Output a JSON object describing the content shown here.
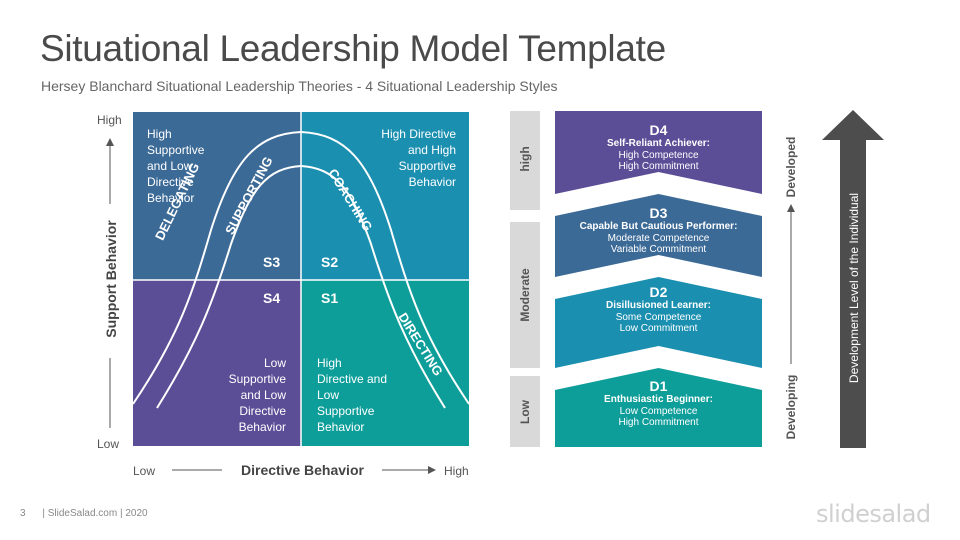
{
  "header": {
    "title": "Situational Leadership Model Template",
    "subtitle": "Hersey Blanchard Situational Leadership Theories - 4 Situational Leadership Styles"
  },
  "matrix": {
    "y_axis": {
      "high": "High",
      "low": "Low",
      "label": "Support Behavior"
    },
    "x_axis": {
      "low": "Low",
      "high": "High",
      "label": "Directive Behavior"
    },
    "quadrants": {
      "top_left": [
        "High",
        "Supportive",
        "and Low",
        "Directive",
        "Behavior"
      ],
      "top_right": [
        "High Directive",
        "and High",
        "Supportive",
        "Behavior"
      ],
      "bottom_left": [
        "Low",
        "Supportive",
        "and Low",
        "Directive",
        "Behavior"
      ],
      "bottom_right": [
        "High",
        "Directive and",
        "Low",
        "Supportive",
        "Behavior"
      ]
    },
    "styles": {
      "s1": "S1",
      "s2": "S2",
      "s3": "S3",
      "s4": "S4"
    },
    "curve_labels": {
      "supporting": "SUPPORTING",
      "coaching": "COACHING",
      "delegating": "DELEGATING",
      "directing": "DIRECTING"
    },
    "colors": {
      "top_left": "#3c6a96",
      "top_right": "#1b8fb0",
      "bottom_left": "#5b4e96",
      "bottom_right": "#0e9e9a"
    }
  },
  "development": {
    "side_levels": {
      "high": "high",
      "moderate": "Moderate",
      "low": "Low"
    },
    "stages": [
      {
        "code": "D4",
        "name": "Self-Reliant Achiever:",
        "line1": "High Competence",
        "line2": "High Commitment",
        "color": "#5b4e96"
      },
      {
        "code": "D3",
        "name": "Capable But Cautious Performer:",
        "line1": "Moderate Competence",
        "line2": "Variable Commitment",
        "color": "#3c6a96"
      },
      {
        "code": "D2",
        "name": "Disillusioned Learner:",
        "line1": "Some Competence",
        "line2": "Low Commitment",
        "color": "#1b8fb0"
      },
      {
        "code": "D1",
        "name": "Enthusiastic Beginner:",
        "line1": "Low Competence",
        "line2": "High Commitment",
        "color": "#0e9e9a"
      }
    ],
    "developed": "Developed",
    "developing": "Developing",
    "arrow_label": "Development Level of the Individual"
  },
  "footer": {
    "page": "3",
    "credit": "| SlideSalad.com | 2020",
    "brand": "slidesalad"
  }
}
